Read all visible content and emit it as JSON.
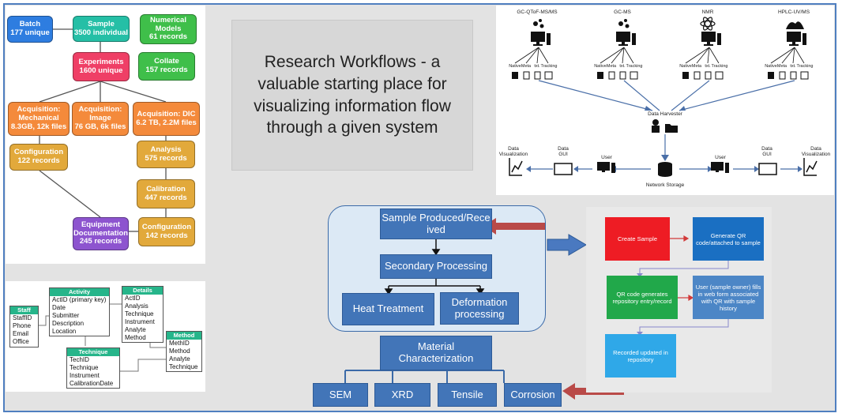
{
  "caption": "Research Workflows - a valuable starting place for visualizing information flow through a given system",
  "lineage": {
    "batch": {
      "title": "Batch",
      "sub": "177 unique"
    },
    "sample": {
      "title": "Sample",
      "sub": "3500 individual"
    },
    "models": {
      "title": "Numerical Models",
      "sub": "61 records"
    },
    "experiments": {
      "title": "Experiments",
      "sub": "1600 unique"
    },
    "collate": {
      "title": "Collate",
      "sub": "157 records"
    },
    "acq_mech": {
      "title": "Acquisition: Mechanical",
      "sub": "8.3GB, 12k files"
    },
    "acq_image": {
      "title": "Acquisition: Image",
      "sub": "76 GB, 6k files"
    },
    "acq_dic": {
      "title": "Acquisition: DIC",
      "sub": "6.2 TB, 2.2M files"
    },
    "config1": {
      "title": "Configuration",
      "sub": "122 records"
    },
    "analysis": {
      "title": "Analysis",
      "sub": "575 records"
    },
    "calibration": {
      "title": "Calibration",
      "sub": "447 records"
    },
    "equipment": {
      "title": "Equipment Documentation",
      "sub": "245 records"
    },
    "config2": {
      "title": "Configuration",
      "sub": "142 records"
    }
  },
  "schema": {
    "staff": {
      "title": "Staff",
      "rows": [
        "StaffID",
        "Phone",
        "Email",
        "Office"
      ]
    },
    "activity": {
      "title": "Activity",
      "rows": [
        "ActID (primary key)",
        "Date",
        "Submitter",
        "Description",
        "Location"
      ]
    },
    "details": {
      "title": "Details",
      "rows": [
        "ActID",
        "Analysis",
        "Technique",
        "Instrument",
        "Analyte",
        "Method"
      ]
    },
    "technique": {
      "title": "Technique",
      "rows": [
        "TechID",
        "Technique",
        "Instrument",
        "CalibrationDate"
      ]
    },
    "method": {
      "title": "Method",
      "rows": [
        "MethID",
        "Method",
        "Analyte",
        "Technique"
      ]
    }
  },
  "harvest": {
    "instruments": [
      "GC-QToF-MS/MS",
      "GC-MS",
      "NMR",
      "HPLC-UV/MS"
    ],
    "file_types": [
      "Native",
      "Meta",
      "txt.",
      "Tracking"
    ],
    "harvester": "Data Harvester",
    "storage": "Network Storage",
    "left": {
      "viz": "Data Visualization",
      "gui": "Data GUI",
      "user": "User"
    },
    "right": {
      "user": "User",
      "gui": "Data GUI",
      "viz": "Data Visualization"
    }
  },
  "process": {
    "sample": "Sample Produced/Received",
    "secondary": "Secondary Processing",
    "heat": "Heat Treatment",
    "deformation": "Deformation processing",
    "material": "Material Characterization",
    "tests": [
      "SEM",
      "XRD",
      "Tensile",
      "Corrosion"
    ]
  },
  "qr": {
    "create": "Create Sample",
    "generate": "Generate QR code/attached to sample",
    "repo": "QR code generates repository entry/record",
    "user": "User (sample owner) fills in web form associated with QR with sample history",
    "recorded": "Recorded updated in repository"
  },
  "colors": {
    "frame": "#4f7fc0",
    "process_box": "#4275b8",
    "red_arrow": "#b94a48"
  }
}
